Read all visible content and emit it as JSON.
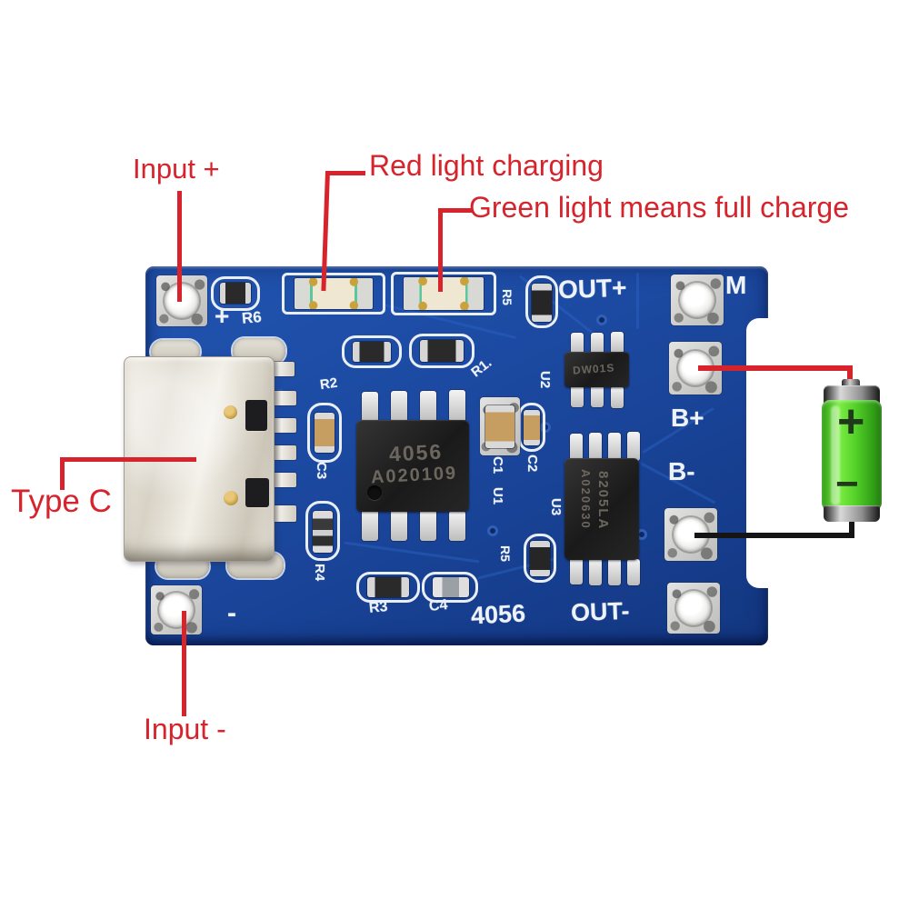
{
  "annotations": {
    "input_plus": "Input +",
    "red_light": "Red light charging",
    "green_light": "Green light means full charge",
    "type_c": "Type C",
    "input_minus": "Input -"
  },
  "board": {
    "silkscreen": {
      "plus": "+",
      "minus": "-",
      "r6": "R6",
      "out_plus": "OUT+",
      "m": "M",
      "b_plus": "B+",
      "b_minus": "B-",
      "model": "4056",
      "out_minus": "OUT-",
      "r1": "R1.",
      "r2": "R2",
      "r3": "R3",
      "c4": "C4",
      "c3": "C3",
      "r4": "R4",
      "c1": "C1",
      "u1": "U1",
      "c2": "C2",
      "u2": "U2",
      "u3": "U3",
      "r5_top": "R5",
      "r5_bottom": "R5"
    },
    "chips": {
      "u1_line1": "4056",
      "u1_line2": "A020109",
      "u2_marking": "DW01S",
      "u3_line1": "8205LA",
      "u3_line2": "A020630"
    }
  },
  "battery": {
    "plus": "+",
    "minus": "−"
  },
  "colors": {
    "annotation_red": "#d7232b",
    "pcb_blue": "#1c4aa2",
    "battery_green": "#55d32a",
    "wire_black": "#151515",
    "silkscreen_white": "#eef2f9"
  }
}
